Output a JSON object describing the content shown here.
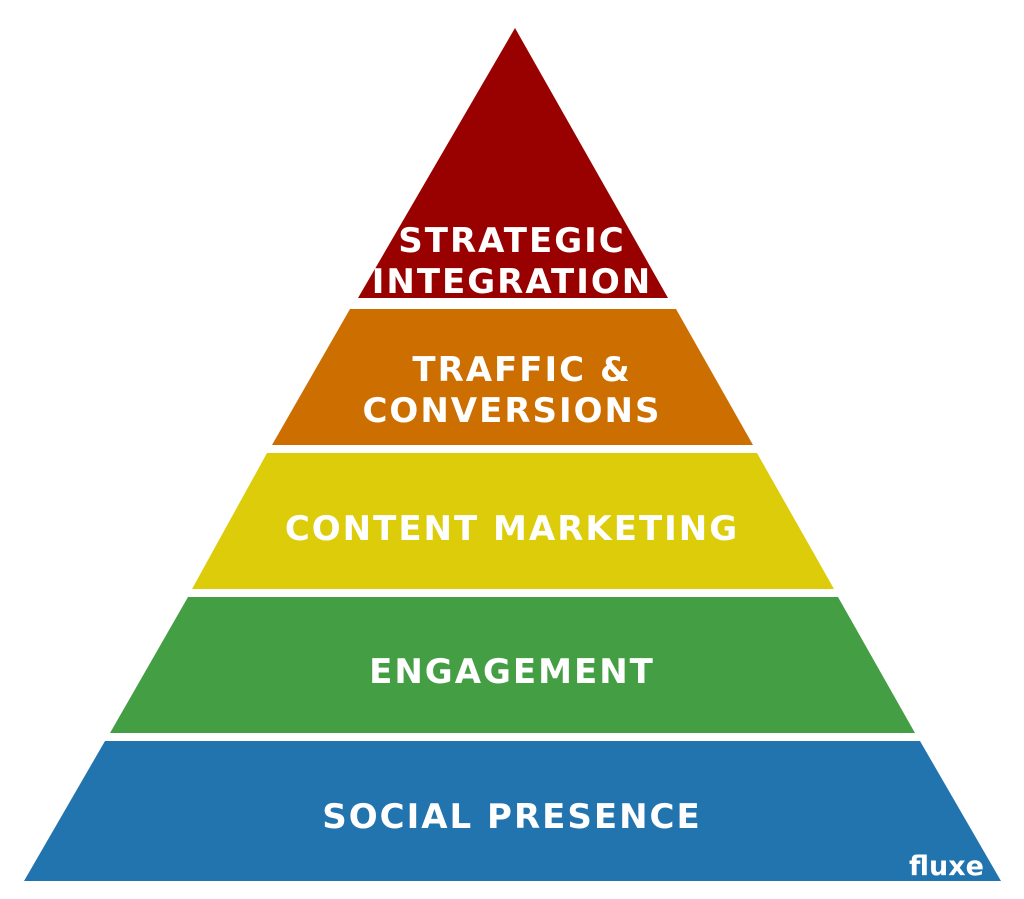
{
  "pyramid": {
    "tiers": [
      {
        "id": "strategic-integration",
        "lines": [
          "STRATEGIC",
          "INTEGRATION"
        ],
        "color": "#990000"
      },
      {
        "id": "traffic-conversions",
        "lines": [
          "TRAFFIC &",
          "CONVERSIONS"
        ],
        "color": "#cc6e00"
      },
      {
        "id": "content-marketing",
        "lines": [
          "CONTENT MARKETING"
        ],
        "color": "#ddcc0a"
      },
      {
        "id": "engagement",
        "lines": [
          "ENGAGEMENT"
        ],
        "color": "#449e44"
      },
      {
        "id": "social-presence",
        "lines": [
          "SOCIAL PRESENCE"
        ],
        "color": "#2274ae"
      }
    ]
  },
  "logo": {
    "text": "fluxe"
  }
}
